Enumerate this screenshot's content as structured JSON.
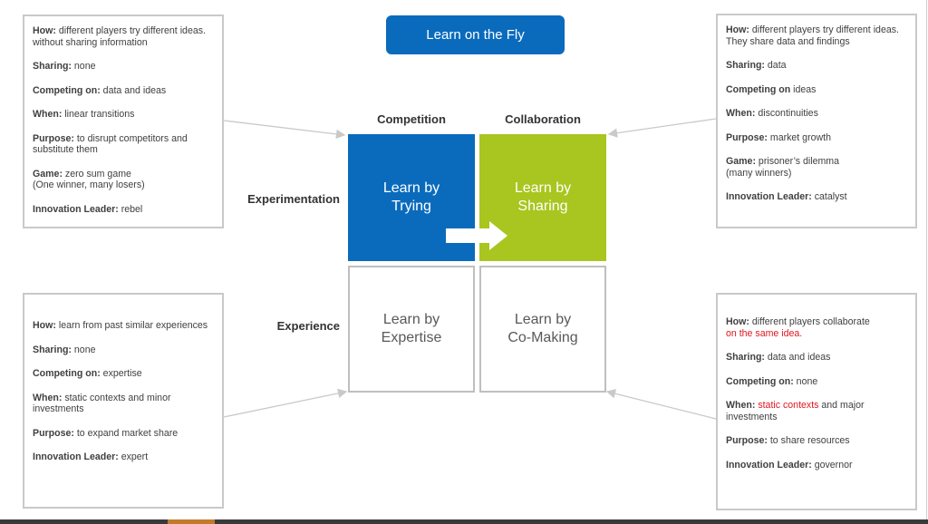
{
  "title": "Learn on the Fly",
  "columns": {
    "competition": "Competition",
    "collaboration": "Collaboration"
  },
  "rows": {
    "experimentation": "Experimentation",
    "experience": "Experience"
  },
  "quadrants": {
    "trying": {
      "line1": "Learn by",
      "line2": "Trying"
    },
    "sharing": {
      "line1": "Learn by",
      "line2": "Sharing"
    },
    "expertise": {
      "line1": "Learn by",
      "line2": "Expertise"
    },
    "comaking": {
      "line1": "Learn by",
      "line2": "Co-Making"
    }
  },
  "boxes": {
    "top_left": {
      "how_k": "How:",
      "how_v": " different players try different ideas. without sharing information",
      "sharing_k": "Sharing:",
      "sharing_v": " none",
      "competing_k": "Competing on:",
      "competing_v": " data and ideas",
      "when_k": "When:",
      "when_v": " linear transitions",
      "purpose_k": "Purpose:",
      "purpose_v": " to disrupt competitors and substitute them",
      "game_k": "Game:",
      "game_v1": " zero sum game",
      "game_v2": "(One winner, many losers)",
      "leader_k": "Innovation Leader:",
      "leader_v": " rebel"
    },
    "top_right": {
      "how_k": "How:",
      "how_v": " different players try different ideas. They share data and findings",
      "sharing_k": "Sharing:",
      "sharing_v": " data",
      "competing_k": "Competing on",
      "competing_v": " ideas",
      "when_k": "When:",
      "when_v": " discontinuities",
      "purpose_k": "Purpose:",
      "purpose_v": " market growth",
      "game_k": "Game:",
      "game_v1": " prisoner’s dilemma",
      "game_v2": "(many winners)",
      "leader_k": "Innovation Leader:",
      "leader_v": " catalyst"
    },
    "bottom_left": {
      "how_k": "How:",
      "how_v": " learn from past similar experiences",
      "sharing_k": "Sharing:",
      "sharing_v": " none",
      "competing_k": "Competing on:",
      "competing_v": " expertise",
      "when_k": "When:",
      "when_v": " static contexts and minor investments",
      "purpose_k": "Purpose:",
      "purpose_v": " to expand market share",
      "leader_k": "Innovation Leader:",
      "leader_v": " expert"
    },
    "bottom_right": {
      "how_k": "How:",
      "how_v": " different players collaborate",
      "how_red": "on the same idea.",
      "sharing_k": "Sharing:",
      "sharing_v": " data and ideas",
      "competing_k": "Competing on:",
      "competing_v": " none",
      "when_k": "When:",
      "when_red": " static contexts",
      "when_v": " and major investments",
      "purpose_k": "Purpose:",
      "purpose_v": " to share resources",
      "leader_k": "Innovation Leader:",
      "leader_v": " governor"
    }
  },
  "colors": {
    "blue": "#0a6bbd",
    "green": "#a9c51f",
    "red": "#e0161f",
    "border": "#c9c9c9"
  },
  "icons": {
    "arrow": "right-arrow-icon"
  }
}
